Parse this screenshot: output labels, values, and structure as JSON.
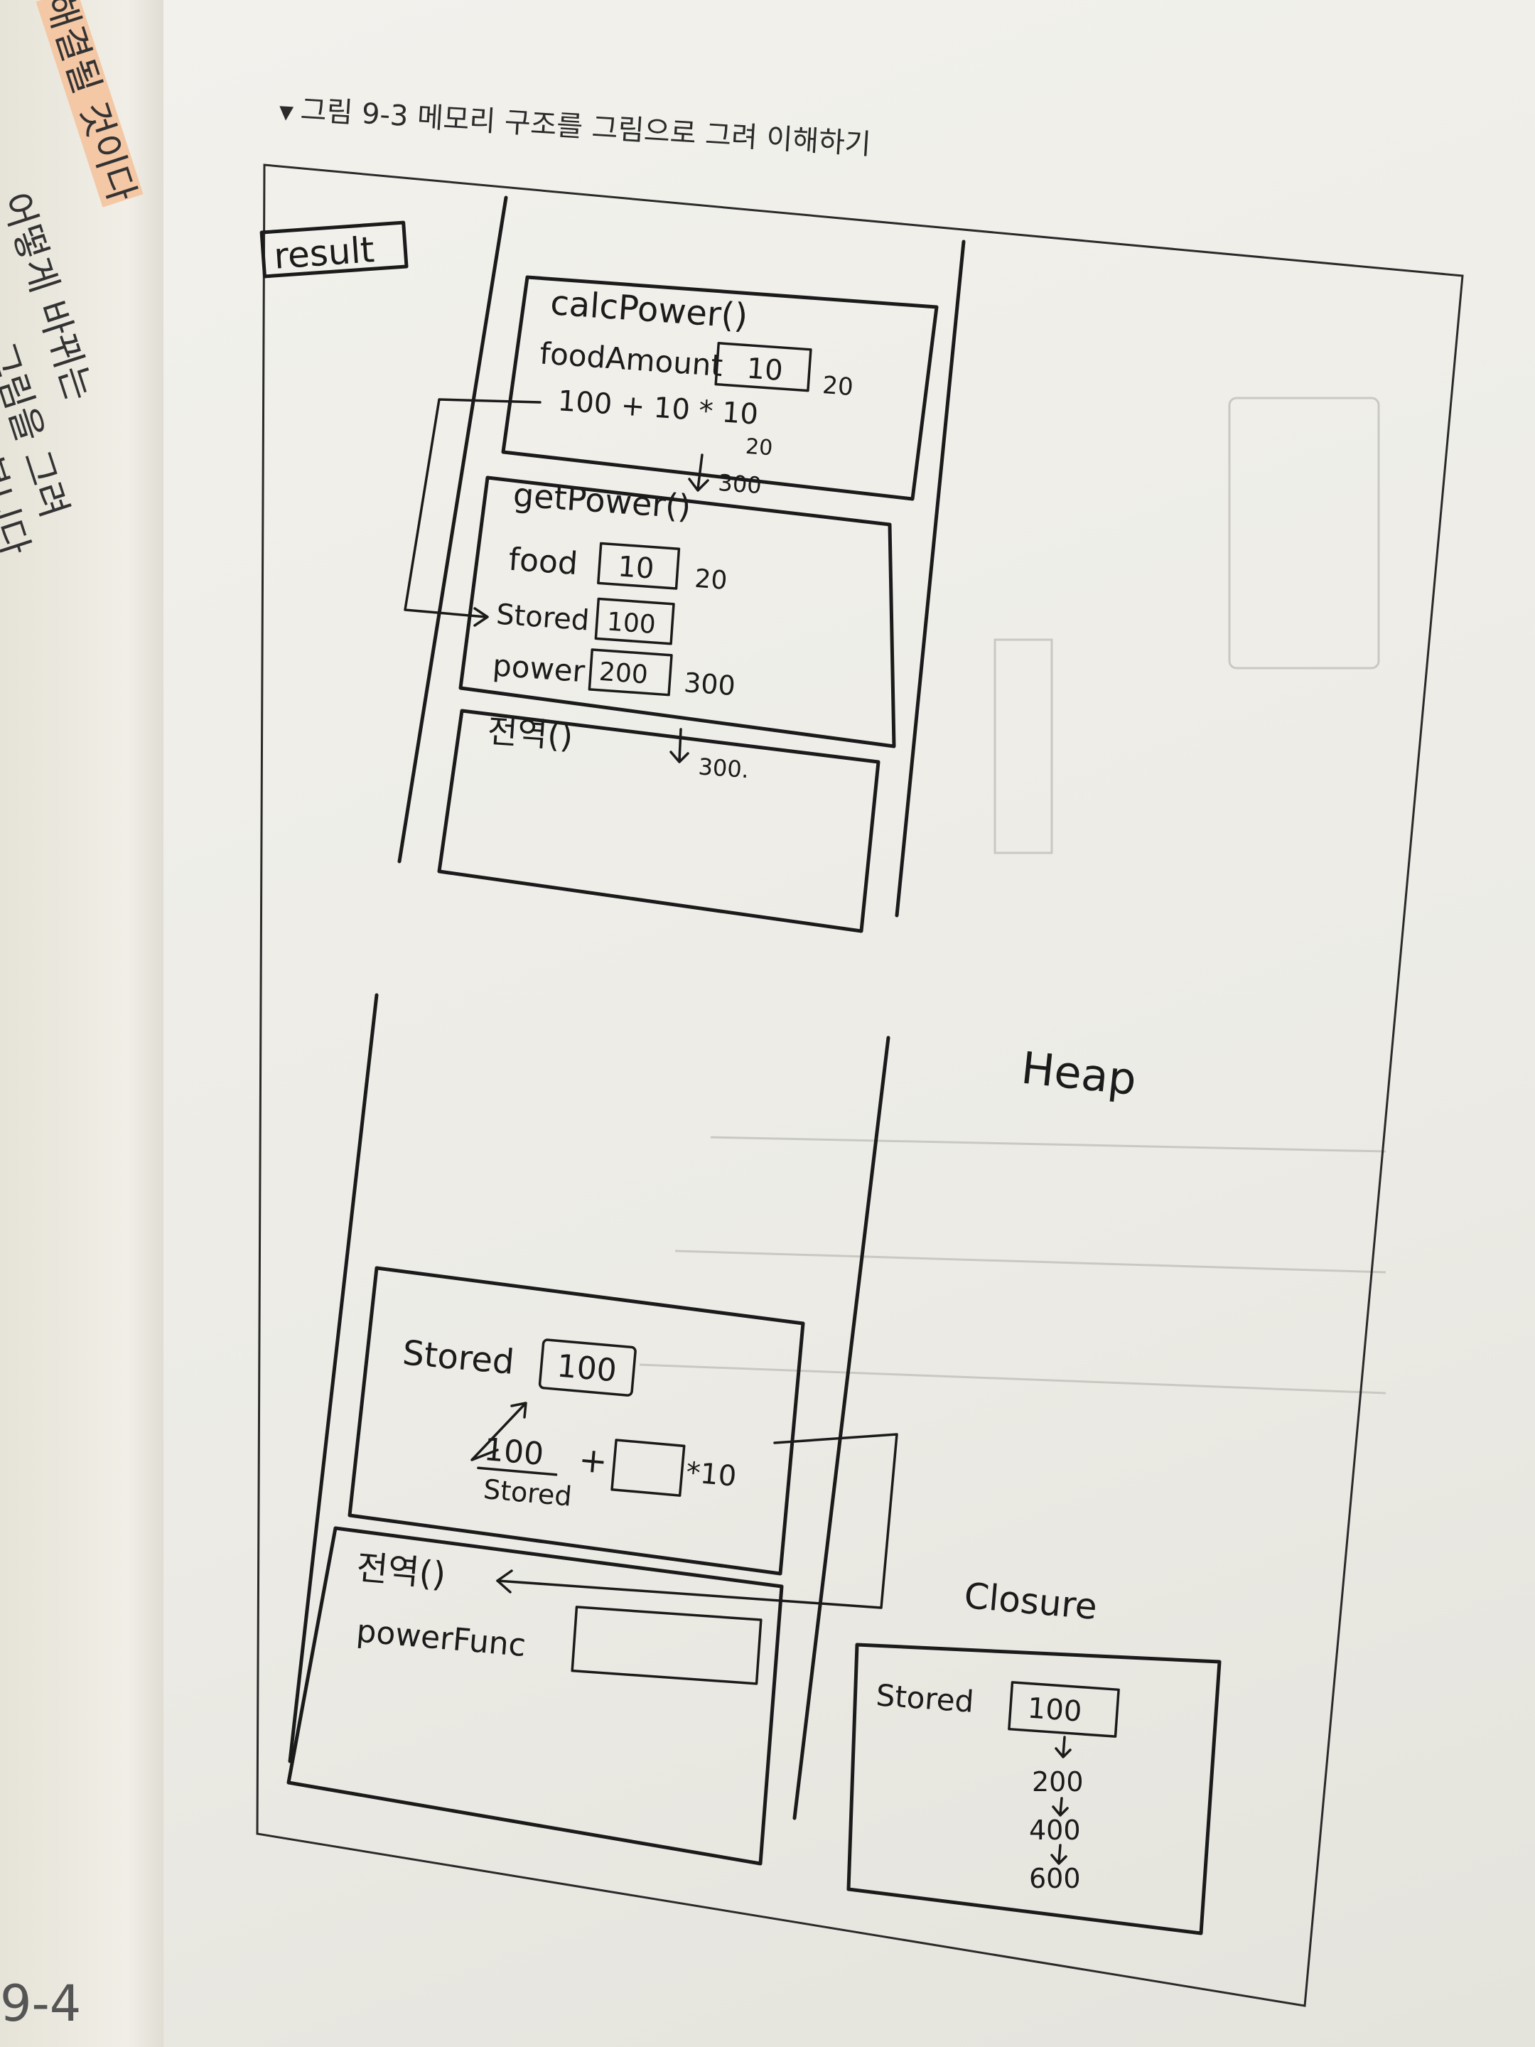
{
  "left_page": {
    "lines": [
      "해결될 것이다",
      "어떻게 바뀌는",
      "그림을 그려",
      "봅니다"
    ],
    "bottom_text": "9-4"
  },
  "figure": {
    "marker": "▼",
    "caption": "그림 9-3 메모리 구조를 그림으로 그려 이해하기"
  },
  "stack_top": {
    "result_label": "result",
    "calc_power": {
      "title": "calcPower()",
      "var_name": "foodAmount",
      "var_value": "10",
      "var_update": "20",
      "expression": "100 + 10 * 10",
      "expression_update": "20",
      "returns": "300"
    },
    "get_power": {
      "title": "getPower()",
      "food_name": "food",
      "food_value": "10",
      "food_update": "20",
      "stored_name": "Stored",
      "stored_value": "100",
      "power_name": "power",
      "power_value": "200",
      "power_update": "300",
      "returns": "300."
    },
    "global": {
      "title": "전역()"
    }
  },
  "stack_bottom": {
    "heap_label": "Heap",
    "inner_frame": {
      "stored_name": "Stored",
      "stored_value": "100",
      "expr_left": "100",
      "expr_plus": "+",
      "expr_right": "*10",
      "expr_caption": "Stored"
    },
    "global": {
      "title": "전역()",
      "power_func_name": "powerFunc"
    }
  },
  "closure": {
    "label": "Closure",
    "stored_name": "Stored",
    "stored_value": "100",
    "values": [
      "200",
      "400",
      "600"
    ]
  }
}
